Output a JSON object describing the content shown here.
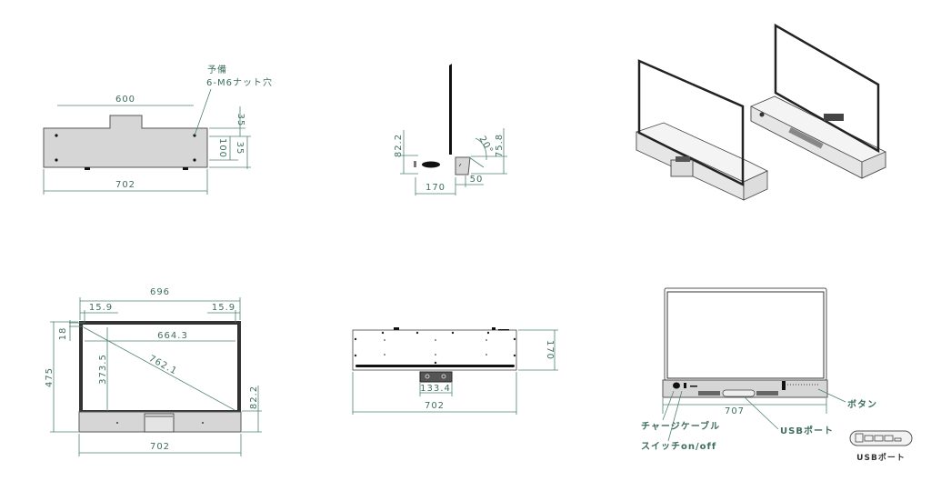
{
  "top_view": {
    "spare_label": "予備",
    "nut_holes_label": "6-M6ナット穴",
    "dim_hole_spacing": "600",
    "dim_width": "702",
    "dim_top_offset": "35",
    "dim_hole_vertical": "100",
    "dim_bottom_offset": "35"
  },
  "side_view": {
    "dim_base_height": "82.2",
    "dim_bracket_height": "75.8",
    "dim_angle": "20°",
    "dim_depth": "170",
    "dim_bracket_depth": "50"
  },
  "iso_views": {},
  "front_view": {
    "dim_frame_width": "696",
    "dim_bezel_left": "15.9",
    "dim_bezel_right": "15.9",
    "dim_bezel_top": "18",
    "dim_total_height": "475",
    "dim_screen_width": "664.3",
    "dim_screen_height": "373.5",
    "dim_diagonal": "762.1",
    "dim_base_height": "82.2",
    "dim_base_width": "702"
  },
  "plan_view": {
    "dim_bracket_width": "133.4",
    "dim_width": "702",
    "dim_depth": "170"
  },
  "rear_view": {
    "dim_width": "707",
    "button_label": "ボタン",
    "charge_cable_label": "チャージケーブル",
    "usb_port_label": "USBポート",
    "switch_label": "スイッチon/off",
    "usb_detail_label": "USBポート"
  }
}
